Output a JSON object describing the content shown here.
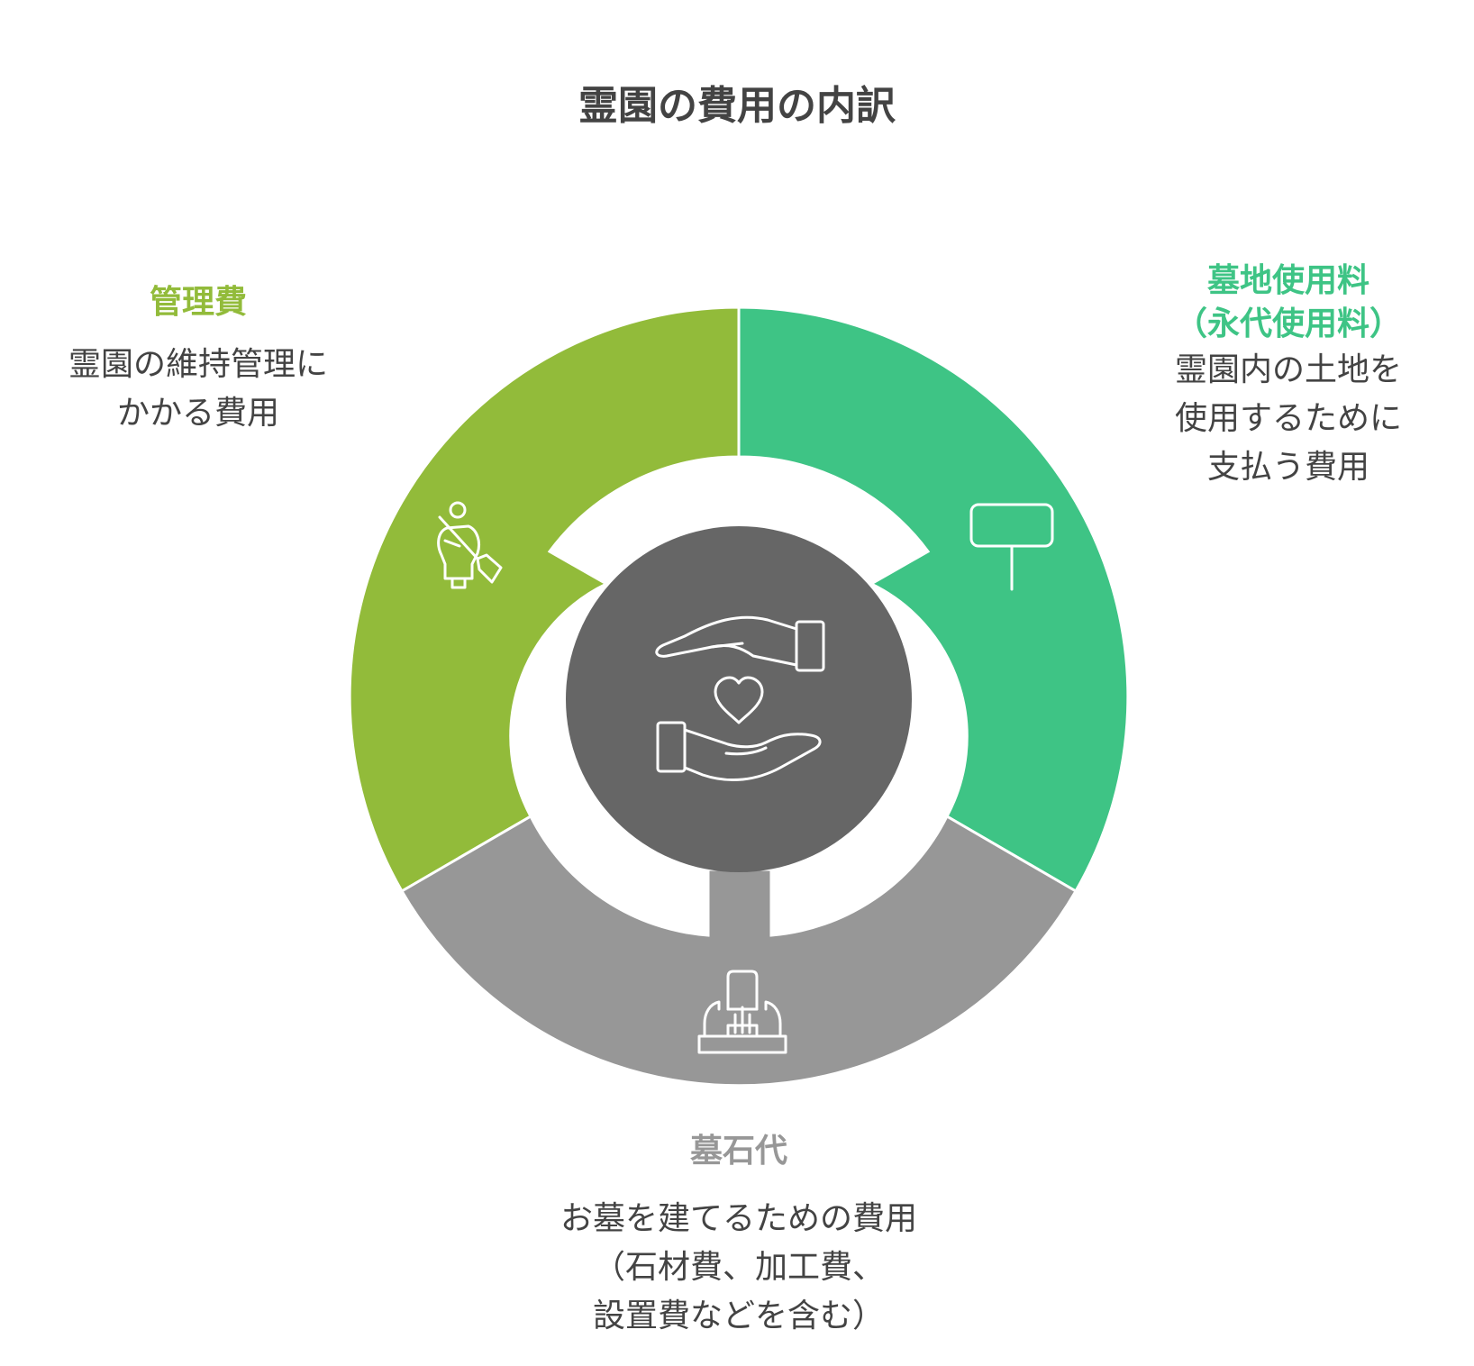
{
  "title": "霊園の費用の内訳",
  "segments": {
    "left": {
      "title": "管理費",
      "desc": [
        "霊園の維持管理に",
        "かかる費用"
      ],
      "color": "#92bb3a",
      "icon": "person-sweeping-icon"
    },
    "right": {
      "title": [
        "墓地使用料",
        "（永代使用料）"
      ],
      "desc": [
        "霊園内の土地を",
        "使用するために",
        "支払う費用"
      ],
      "color": "#3ec485",
      "icon": "signboard-icon"
    },
    "bottom": {
      "title": "墓石代",
      "desc": [
        "お墓を建てるための費用",
        "（石材費、加工費、",
        "設置費などを含む）"
      ],
      "color": "#979797",
      "icon": "gravestone-icon"
    }
  },
  "center": {
    "color": "#666666",
    "icon": "hands-heart-icon"
  }
}
